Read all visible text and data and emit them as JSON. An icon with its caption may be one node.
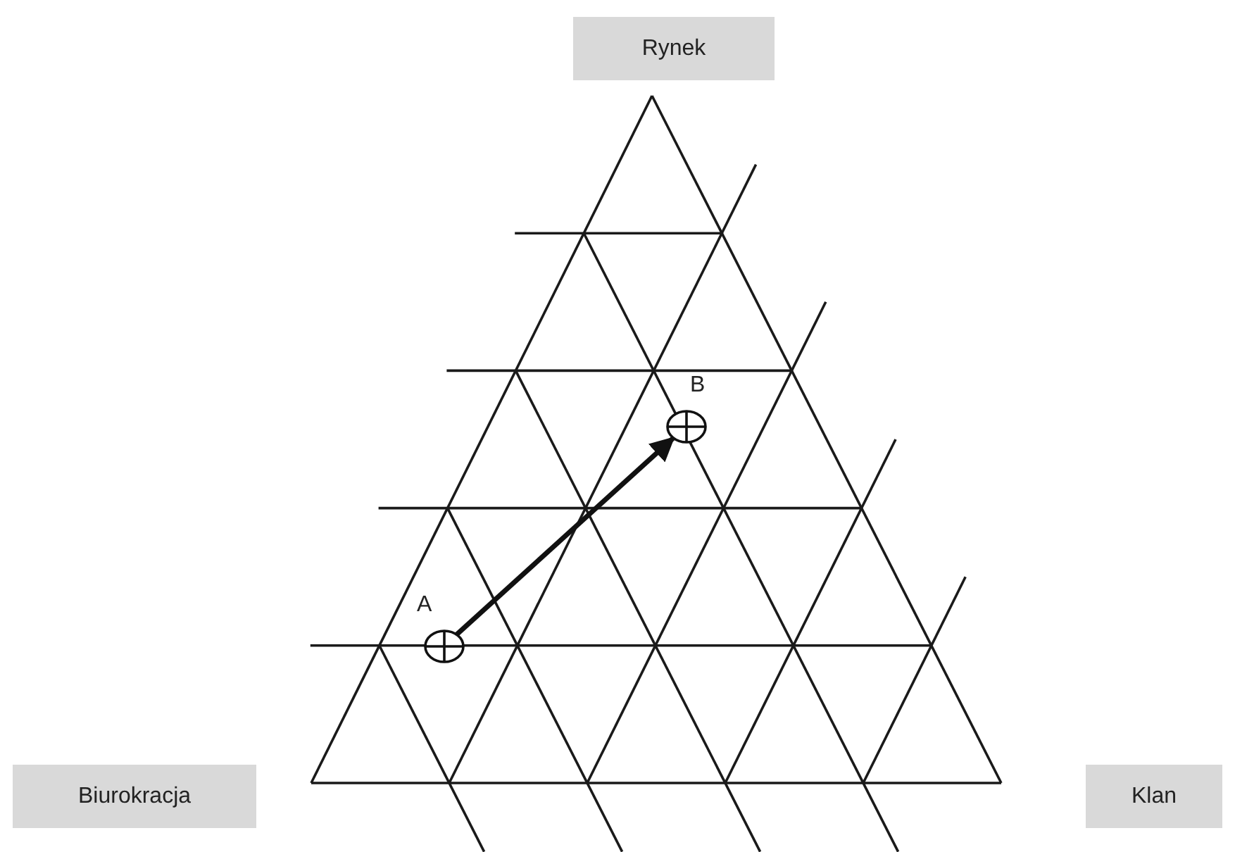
{
  "diagram": {
    "nodes": [
      {
        "text": [
          "Rynek"
        ]
      },
      {
        "text": [
          "Biurokracja"
        ]
      },
      {
        "text": [
          "Klan"
        ]
      },
      {
        "text": [],
        "shape": "circle",
        "beside": [
          "A"
        ]
      },
      {
        "text": [],
        "shape": "circle",
        "beside": [
          "B"
        ]
      }
    ],
    "edges": [
      {
        "from": 3,
        "to": 4,
        "arrow": "to"
      }
    ]
  }
}
